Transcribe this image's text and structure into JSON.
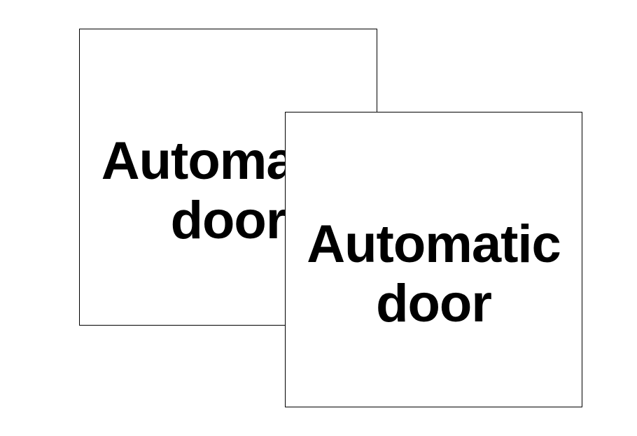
{
  "signs": {
    "back": {
      "line1": "Automatic",
      "line2": "door"
    },
    "front": {
      "line1": "Automatic",
      "line2": "door"
    }
  },
  "colors": {
    "page_background": "#ffffff",
    "sign_background": "#ffffff",
    "sign_border": "#000000",
    "sign_text": "#000000"
  }
}
